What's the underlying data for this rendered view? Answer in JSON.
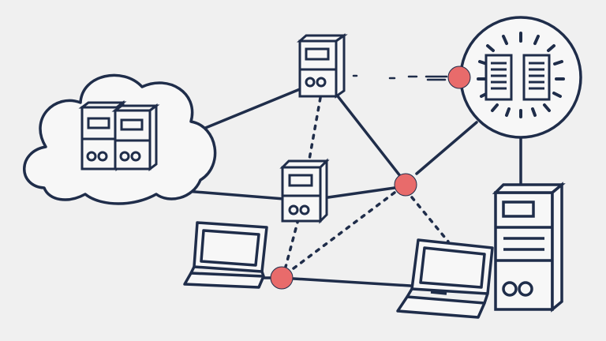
{
  "diagram": {
    "type": "network-topology",
    "colors": {
      "background": "#f0f0f0",
      "stroke": "#1f2d4a",
      "fill": "#ffffff",
      "node_accent": "#e86b6b"
    },
    "nodes": [
      {
        "id": "cloud",
        "kind": "cloud",
        "contains": [
          "server",
          "server"
        ]
      },
      {
        "id": "server-top",
        "kind": "server"
      },
      {
        "id": "server-middle",
        "kind": "server"
      },
      {
        "id": "datacenter",
        "kind": "datacenter-circle",
        "contains": [
          "server-rack",
          "server-rack"
        ]
      },
      {
        "id": "tower-server",
        "kind": "tower-server"
      },
      {
        "id": "laptop-left",
        "kind": "laptop"
      },
      {
        "id": "laptop-right",
        "kind": "laptop"
      },
      {
        "id": "hub-top",
        "kind": "connection-node"
      },
      {
        "id": "hub-center",
        "kind": "connection-node"
      },
      {
        "id": "hub-bottom",
        "kind": "connection-node"
      }
    ],
    "links": [
      {
        "from": "cloud",
        "to": "server-top",
        "style": "solid"
      },
      {
        "from": "cloud",
        "to": "hub-center",
        "style": "solid"
      },
      {
        "from": "server-top",
        "to": "hub-top",
        "style": "dashed"
      },
      {
        "from": "server-top",
        "to": "hub-center",
        "style": "solid"
      },
      {
        "from": "server-top",
        "to": "server-middle",
        "style": "dotted"
      },
      {
        "from": "server-middle",
        "to": "hub-bottom",
        "style": "dotted"
      },
      {
        "from": "hub-center",
        "to": "datacenter",
        "style": "solid"
      },
      {
        "from": "hub-center",
        "to": "hub-bottom",
        "style": "dotted"
      },
      {
        "from": "hub-center",
        "to": "laptop-right",
        "style": "dotted"
      },
      {
        "from": "hub-bottom",
        "to": "laptop-right",
        "style": "solid"
      },
      {
        "from": "hub-bottom",
        "to": "laptop-left",
        "style": "solid"
      },
      {
        "from": "datacenter",
        "to": "tower-server",
        "style": "solid"
      }
    ]
  }
}
